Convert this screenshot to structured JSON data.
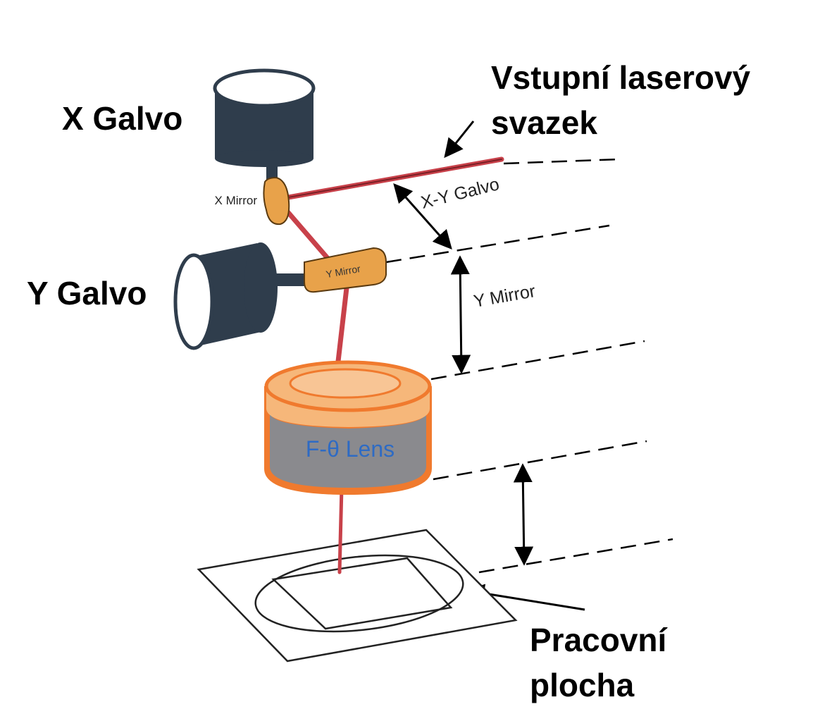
{
  "labels": {
    "x_galvo": "X Galvo",
    "y_galvo": "Y Galvo",
    "input_beam_line1": "Vstupní laserový",
    "input_beam_line2": "svazek",
    "work_area_line1": "Pracovní",
    "work_area_line2": "plocha",
    "x_mirror": "X Mirror",
    "y_mirror_part": "Y Mirror",
    "xy_galvo_dim": "X-Y Galvo",
    "y_mirror_dim": "Y Mirror",
    "lens": "F-θ Lens"
  },
  "colors": {
    "galvo_body": "#2f3d4c",
    "mirror": "#e8a24a",
    "beam": "#c8414a",
    "lens_rim": "#f07a2e",
    "lens_body": "#8a8a8e",
    "lens_text": "#2e6bc4",
    "lens_top": "#f6b77a"
  }
}
